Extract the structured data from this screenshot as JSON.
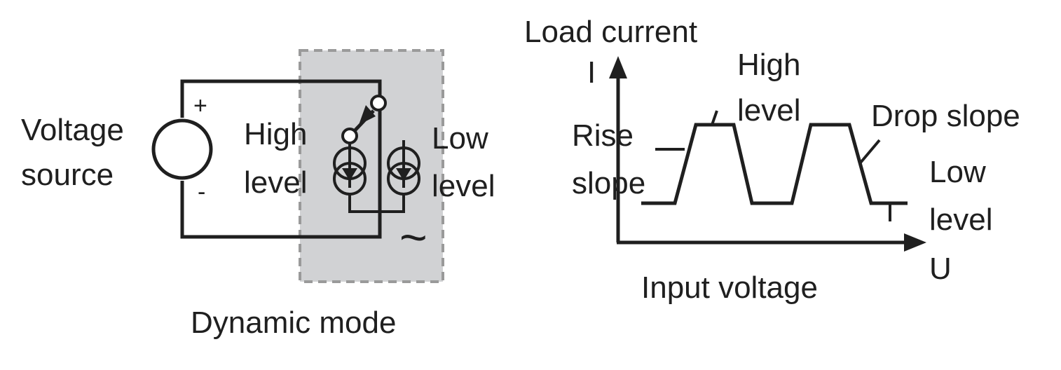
{
  "circuit": {
    "source_label_line1": "Voltage",
    "source_label_line2": "source",
    "plus_sign": "+",
    "minus_sign": "-",
    "high_level_line1": "High",
    "high_level_line2": "level",
    "low_level_line1": "Low",
    "low_level_line2": "level",
    "ac_symbol": "~",
    "caption": "Dynamic mode",
    "shade_color": "#d1d2d4",
    "line_color": "#1f1f1f"
  },
  "graph": {
    "y_axis_title": "Load current",
    "y_axis_symbol": "I",
    "x_axis_title": "Input voltage",
    "x_axis_symbol": "U",
    "high_level_line1": "High",
    "high_level_line2": "level",
    "rise_slope_line1": "Rise",
    "rise_slope_line2": "slope",
    "drop_slope": "Drop slope",
    "low_level_line1": "Low",
    "low_level_line2": "level"
  }
}
